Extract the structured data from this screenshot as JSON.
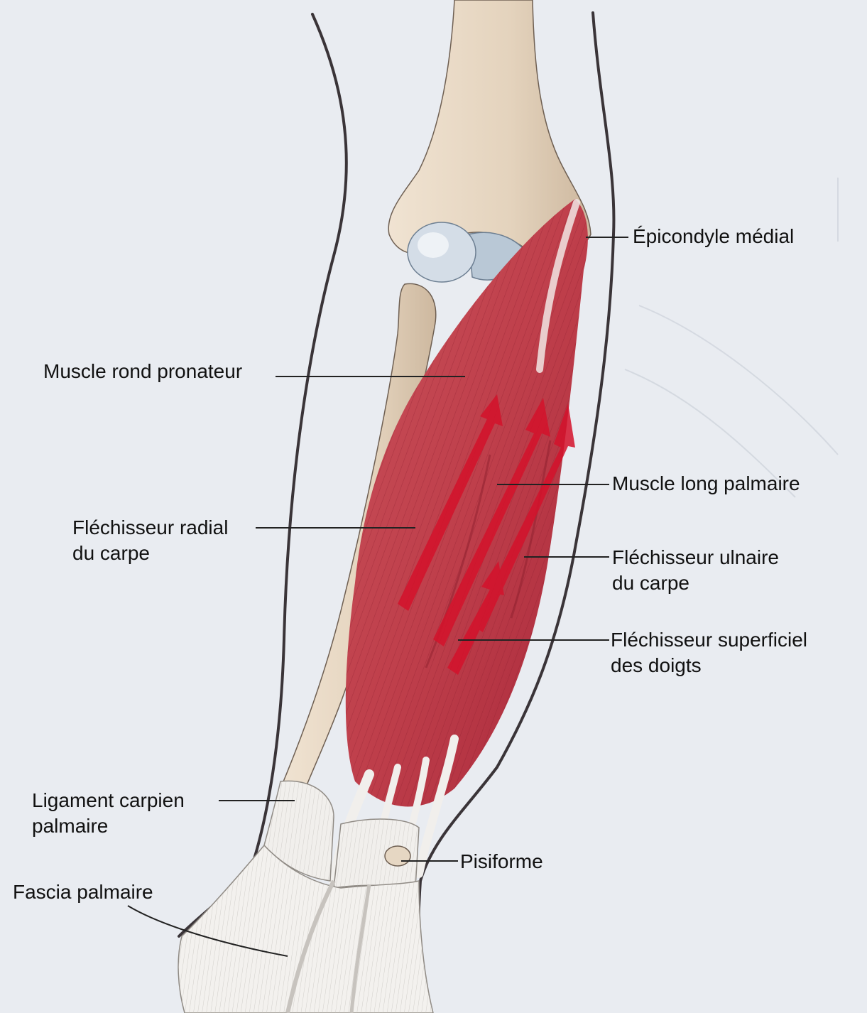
{
  "labels": {
    "epicondyle": "Épicondyle médial",
    "pronator": "Muscle rond pronateur",
    "palmaris_longus": "Muscle long palmaire",
    "fcr_line1": "Fléchisseur radial",
    "fcr_line2": "du carpe",
    "fcu_line1": "Fléchisseur ulnaire",
    "fcu_line2": "du carpe",
    "fds_line1": "Fléchisseur superficiel",
    "fds_line2": "des doigts",
    "ligament_line1": "Ligament carpien",
    "ligament_line2": "palmaire",
    "pisiform": "Pisiforme",
    "fascia": "Fascia palmaire"
  },
  "colors": {
    "background": "#e9ecf1",
    "muscle": "#c4454f",
    "muscle_dark": "#a8283a",
    "arrow": "#d4122b",
    "bone": "#e6d7c3",
    "cartilage": "#c8d4e0",
    "tendon": "#f1efec",
    "outline": "#3a3438"
  }
}
